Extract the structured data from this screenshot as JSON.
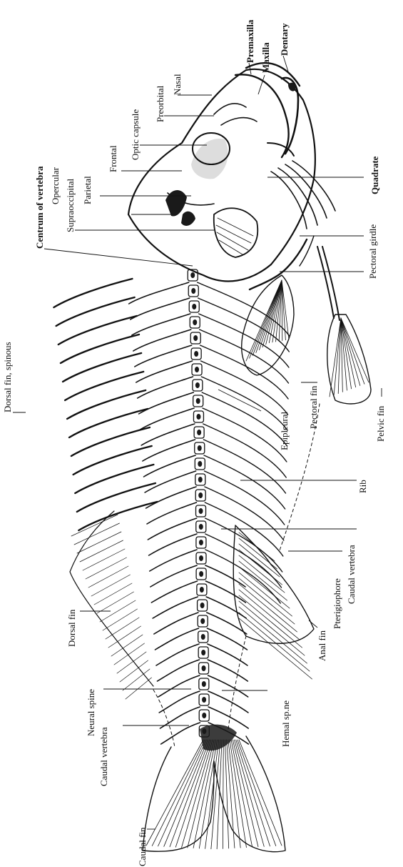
{
  "figure": {
    "labels": [
      {
        "id": "premaxilla",
        "text": "Premaxilla",
        "bold": true
      },
      {
        "id": "maxilla",
        "text": "Maxilla",
        "bold": true
      },
      {
        "id": "dentary",
        "text": "Dentary",
        "bold": true
      },
      {
        "id": "preorbital",
        "text": "Preorbital",
        "bold": false
      },
      {
        "id": "nasal",
        "text": "Nasal",
        "bold": false
      },
      {
        "id": "optic-capsule",
        "text": "Optic capsule",
        "bold": false
      },
      {
        "id": "frontal",
        "text": "Frontal",
        "bold": false
      },
      {
        "id": "quadrate",
        "text": "Quadrate",
        "bold": true
      },
      {
        "id": "centrum",
        "text": "Centrum of vertebra",
        "bold": true
      },
      {
        "id": "opercular",
        "text": "Opercular",
        "bold": false
      },
      {
        "id": "supraoccipital",
        "text": "Supraoccipital",
        "bold": false
      },
      {
        "id": "parietal",
        "text": "Parietal",
        "bold": false
      },
      {
        "id": "pectoral-girdle",
        "text": "Pectoral girdle",
        "bold": false
      },
      {
        "id": "dorsal-fin-spinous",
        "text": "Dorsal fin, spinous",
        "bold": false
      },
      {
        "id": "epipleural",
        "text": "Epipleural",
        "bold": false
      },
      {
        "id": "pectoral-fin",
        "text": "Pectoral fin",
        "bold": false
      },
      {
        "id": "pelvic-fin",
        "text": "Pelvic fin",
        "bold": false
      },
      {
        "id": "rib",
        "text": "Rib",
        "bold": false
      },
      {
        "id": "dorsal-fin",
        "text": "Dorsal fin",
        "bold": false
      },
      {
        "id": "pterigiophore",
        "text": "Pterigiophore",
        "bold": false
      },
      {
        "id": "caudal-vertebra-ventral",
        "text": "Caudal vertebra",
        "bold": false
      },
      {
        "id": "anal-fin",
        "text": "Anal fin",
        "bold": false
      },
      {
        "id": "neural-spine",
        "text": "Neural spine",
        "bold": false
      },
      {
        "id": "hemal-spine",
        "text": "Hemal sp.ne",
        "bold": false
      },
      {
        "id": "caudal-vertebra-dorsal",
        "text": "Caudal vertebra",
        "bold": false
      },
      {
        "id": "caudal-fin",
        "text": "Caudal fin",
        "bold": false
      }
    ]
  }
}
